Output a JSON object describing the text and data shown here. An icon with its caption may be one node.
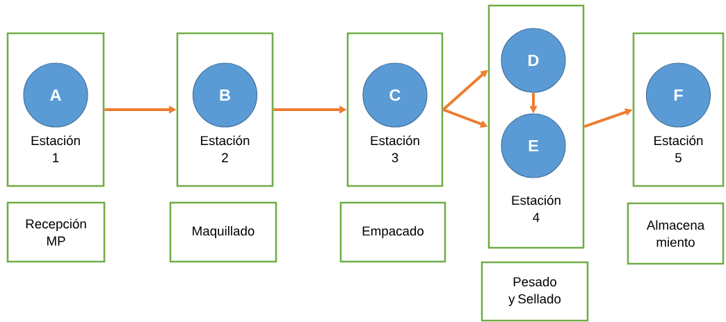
{
  "diagram": {
    "nodes": [
      {
        "text": [
          "Estación 1"
        ]
      },
      {
        "text": [
          "A"
        ],
        "in": 0
      },
      {
        "text": [
          "Recepción MP"
        ]
      },
      {
        "text": [
          "Estación 2"
        ]
      },
      {
        "text": [
          "B"
        ],
        "in": 3
      },
      {
        "text": [
          "Maquillado"
        ]
      },
      {
        "text": [
          "Estación 3"
        ]
      },
      {
        "text": [
          "C"
        ],
        "in": 6
      },
      {
        "text": [
          "Empacado"
        ]
      },
      {
        "text": [
          "Estación 4"
        ]
      },
      {
        "text": [
          "D"
        ],
        "in": 9
      },
      {
        "text": [
          "E"
        ],
        "in": 9
      },
      {
        "text": [
          "Pesado y Sellado"
        ]
      },
      {
        "text": [
          "Estación 5"
        ]
      },
      {
        "text": [
          "F"
        ],
        "in": 13
      },
      {
        "text": [
          "Almacena miento"
        ]
      }
    ],
    "edges": [
      {
        "from": 0,
        "to": 3,
        "arrow": "to"
      },
      {
        "from": 3,
        "to": 6,
        "arrow": "to"
      },
      {
        "from": 6,
        "to": 9,
        "arrow": "to"
      },
      {
        "from": 6,
        "to": 9,
        "arrow": "to"
      },
      {
        "from": 10,
        "to": 11,
        "arrow": "to"
      },
      {
        "from": 9,
        "to": 13,
        "arrow": "to"
      }
    ]
  }
}
